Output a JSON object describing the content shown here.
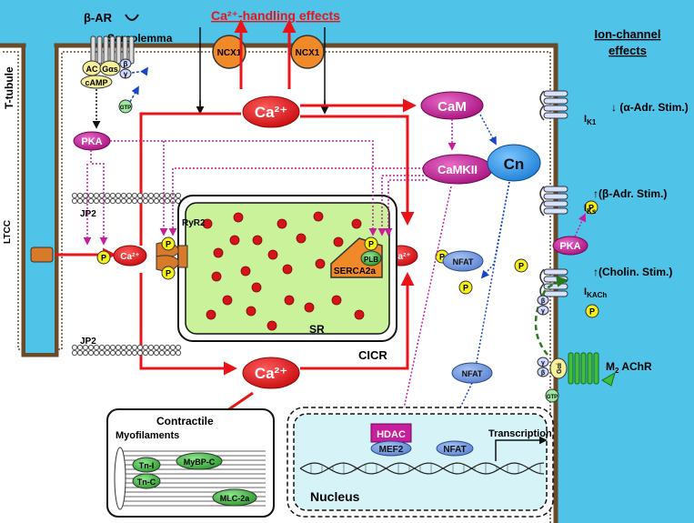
{
  "header": {
    "beta_ar": "β-AR",
    "sarcolemma": "Sarcolemma",
    "ca_handling_title": "Ca²⁺-handling effects",
    "ion_channel_title_line1": "Ion-channel",
    "ion_channel_title_line2": "effects",
    "t_tubule": "T-tubule"
  },
  "receptor_complex": {
    "ac": "AC",
    "gas": "Gαs",
    "beta": "β",
    "gamma": "γ",
    "camp": "cAMP",
    "gtp": "GTP"
  },
  "exchangers": {
    "ncx1_left": "NCX1",
    "ncx1_right": "NCX1"
  },
  "calcium": {
    "ca_top": "Ca²⁺",
    "ca_bottom": "Ca²⁺",
    "ca_left": "Ca²⁺",
    "ca_right": "Ca²⁺"
  },
  "signaling": {
    "cam": "CaM",
    "camkii": "CaMKII",
    "cn": "Cn",
    "pka": "PKA",
    "pka_ks": "PKA",
    "nfat_cyto": "NFAT",
    "nfat_mid": "NFAT",
    "p": "P"
  },
  "sr": {
    "jp2_top": "JP2",
    "jp2_bottom": "JP2",
    "ltcc": "LTCC",
    "ryr2": "RyR2",
    "plb": "PLB",
    "serca": "SERCA2a",
    "sr_label": "SR",
    "cicr": "CICR"
  },
  "ion_channels": {
    "ik1_effect": "↓ (α-Adr. Stim.)",
    "ik1_label": "I",
    "ik1_sub": "K1",
    "iks_effect": "↑(β-Adr. Stim.)",
    "iks_label": "I",
    "iks_sub": "Ks",
    "ikach_effect": "↑(Cholin. Stim.)",
    "ikach_label": "I",
    "ikach_sub": "KACh",
    "m2_label": "M",
    "m2_sub": "2",
    "m2_suffix": " AChR",
    "gai": "Gαi",
    "gamma": "γ",
    "beta": "β",
    "gtp": "GTP"
  },
  "contractile": {
    "title": "Contractile",
    "subtitle": "Myofilaments",
    "tni": "Tn-I",
    "tnc": "Tn-C",
    "mybpc": "MyBP-C",
    "mlc2a": "MLC-2a"
  },
  "nucleus": {
    "label": "Nucleus",
    "hdac": "HDAC",
    "mef2": "MEF2",
    "nfat": "NFAT",
    "transcription": "Transcription"
  },
  "colors": {
    "extracellular": "#4fc3e8",
    "membrane": "#6b4a2a",
    "calcium_red": "#e8141a",
    "camkii_magenta": "#c81e9e",
    "cn_blue": "#1e8fe6",
    "sr_green": "#c9f29a",
    "serca_orange": "#f08a28",
    "p_yellow": "#f5ef1a",
    "nucleus_fill": "#d6f3f7",
    "myofilament_green": "#3fbf3f"
  }
}
